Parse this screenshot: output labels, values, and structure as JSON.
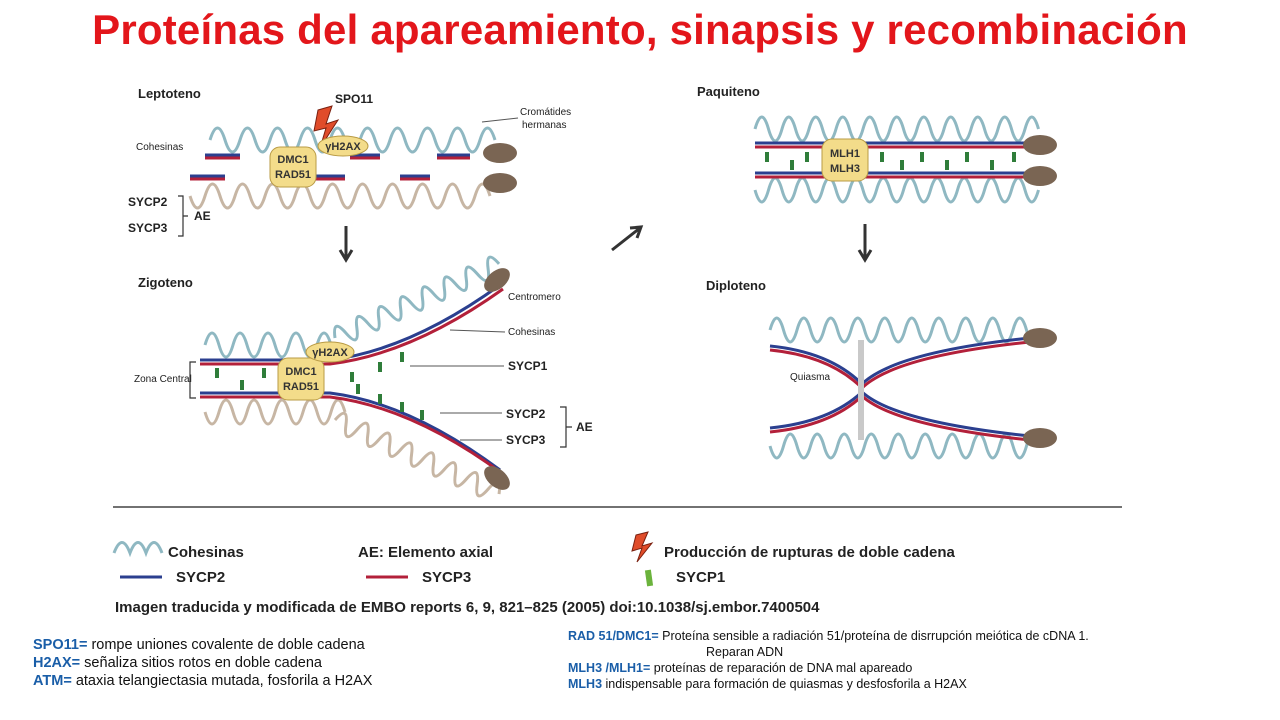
{
  "title": "Proteínas del apareamiento, sinapsis y recombinación",
  "stages": {
    "leptoteno": "Leptoteno",
    "zigoteno": "Zigoteno",
    "paquiteno": "Paquiteno",
    "diploteno": "Diploteno"
  },
  "labels": {
    "spo11": "SPO11",
    "cromatides_1": "Cromátides",
    "cromatides_2": "hermanas",
    "cohesinas": "Cohesinas",
    "yh2ax": "γH2AX",
    "dmc1": "DMC1",
    "rad51": "RAD51",
    "sycp2": "SYCP2",
    "sycp3": "SYCP3",
    "ae": "AE",
    "centromero": "Centromero",
    "sycp1": "SYCP1",
    "zona_central": "Zona Central",
    "mlh1": "MLH1",
    "mlh3": "MLH3",
    "quiasma": "Quiasma"
  },
  "legend": {
    "cohesinas": "Cohesinas",
    "ae": "AE: Elemento axial",
    "rupturas": "Producción de rupturas de doble cadena",
    "sycp2": "SYCP2",
    "sycp3": "SYCP3",
    "sycp1": "SYCP1",
    "source": "Imagen traducida y modificada de EMBO reports 6, 9, 821–825 (2005) doi:10.1038/sj.embor.7400504"
  },
  "notes_left": [
    {
      "key": "SPO11=",
      "text": " rompe uniones covalente de doble cadena"
    },
    {
      "key": "H2AX=",
      "text": " señaliza sitios rotos en doble cadena"
    },
    {
      "key": "ATM=",
      "text": " ataxia telangiectasia mutada, fosforila a H2AX"
    }
  ],
  "notes_right": {
    "line1_key": "RAD 51/DMC1=",
    "line1_text": " Proteína sensible a radiación 51/proteína de disrrupción meiótica de cDNA 1.",
    "line2_text": "Reparan ADN",
    "line3_key": "MLH3 /MLH1=",
    "line3_text": " proteínas de reparación de DNA mal apareado",
    "line4_key": "MLH3",
    "line4_text": " indispensable para formación de quiasmas y desfosforila a H2AX"
  },
  "colors": {
    "title": "#e3161b",
    "note_key": "#1a5ea8",
    "sycp2": "#2b3f8f",
    "sycp3": "#b3203a",
    "sycp1": "#2f7d3a",
    "cohesin": "#8fb8c2",
    "chromatid_lower": "#c7b6a4",
    "protein_fill": "#f3dc8a",
    "centromere": "#7a6553"
  }
}
